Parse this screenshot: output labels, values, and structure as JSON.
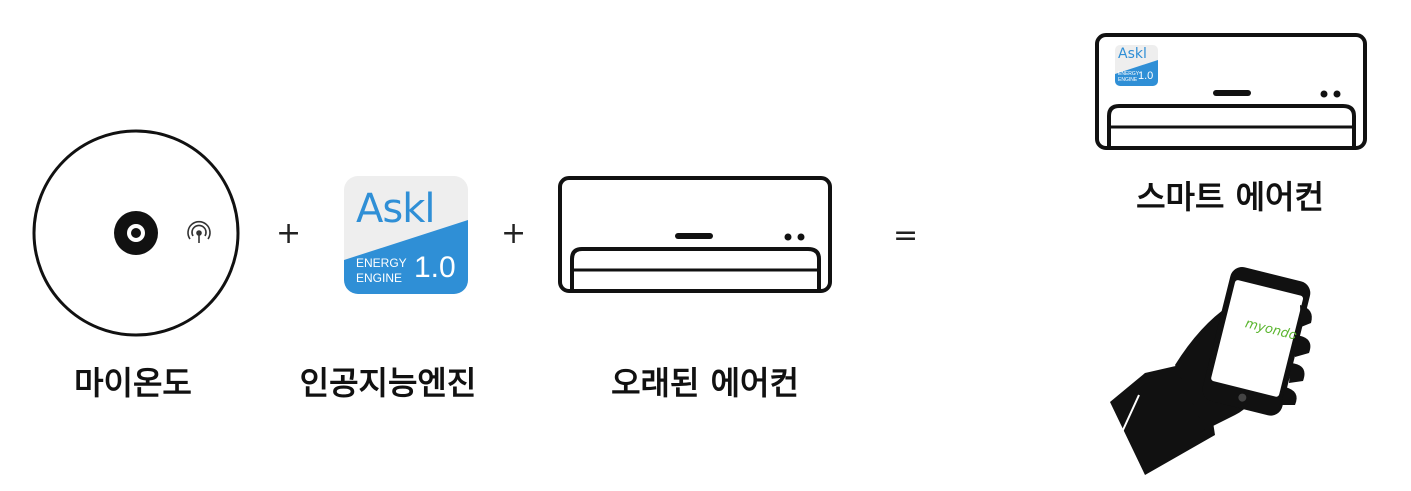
{
  "items": {
    "mionedo": {
      "label": "마이온도"
    },
    "ai_engine": {
      "label": "인공지능엔진",
      "logo_text": "Askl",
      "logo_sub1": "ENERGY",
      "logo_sub2": "ENGINE",
      "logo_version": "1.0"
    },
    "old_aircon": {
      "label": "오래된 에어컨"
    },
    "smart_aircon": {
      "label": "스마트 에어컨",
      "logo_text": "Askl",
      "logo_sub1": "ENERGY",
      "logo_sub2": "ENGINE",
      "logo_version": "1.0"
    },
    "phone_app": {
      "app_text": "myondo"
    }
  },
  "operators": {
    "plus1": "+",
    "plus2": "+",
    "equals": "="
  },
  "colors": {
    "brand_blue": "#2f8fd6",
    "app_green": "#5ab52e",
    "app_blue": "#2a6fc4",
    "stroke": "#111111"
  }
}
